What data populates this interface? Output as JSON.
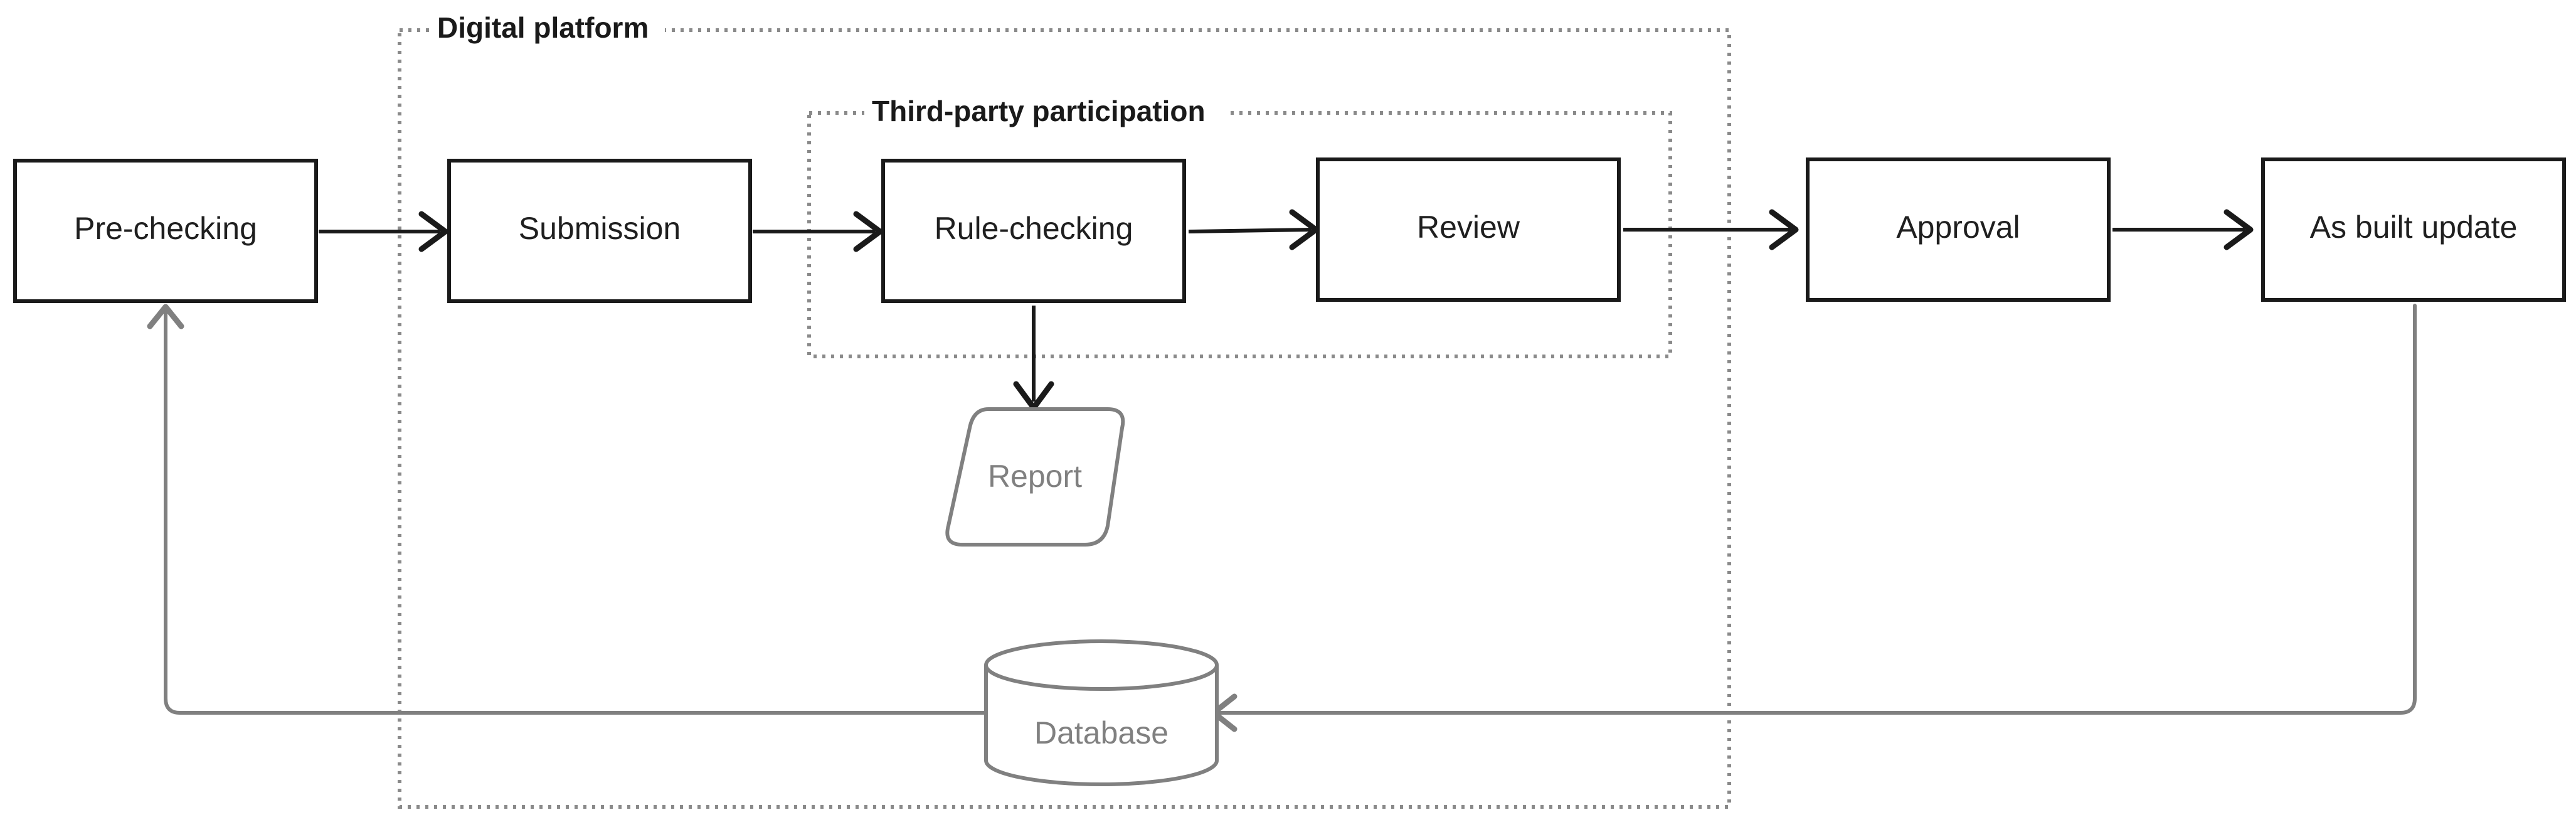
{
  "groups": {
    "digital_platform": "Digital platform",
    "third_party": "Third-party participation"
  },
  "nodes": {
    "pre_checking": "Pre-checking",
    "submission": "Submission",
    "rule_checking": "Rule-checking",
    "review": "Review",
    "approval": "Approval",
    "as_built_update": "As built update",
    "report": "Report",
    "database": "Database"
  },
  "colors": {
    "main_stroke": "#1a1a1a",
    "feedback_stroke": "#808080",
    "group_border": "#8a8a8a"
  }
}
